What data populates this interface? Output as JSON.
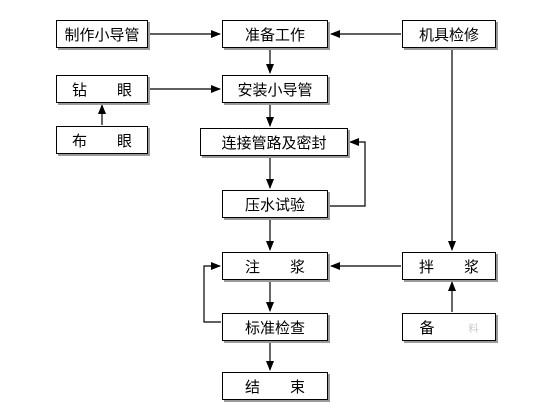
{
  "nodes": {
    "zhizuo": "制作小导管",
    "zhunbei": "准备工作",
    "jiju": "机具检修",
    "zuanyan": "钻　　眼",
    "anzhuang": "安装小导管",
    "buyan": "布　　眼",
    "lianjie": "连接管路及密封",
    "yashui": "压水试验",
    "zhujiang": "注　　浆",
    "banjiang": "拌　　浆",
    "biaozhun": "标准检查",
    "beiliao_main": "备",
    "beiliao_faint": "料",
    "jieshu": "结　　束"
  },
  "edges": [
    [
      "制作小导管",
      "准备工作"
    ],
    [
      "机具检修",
      "准备工作"
    ],
    [
      "准备工作",
      "安装小导管"
    ],
    [
      "钻　　眼",
      "安装小导管"
    ],
    [
      "布　　眼",
      "钻　　眼"
    ],
    [
      "安装小导管",
      "连接管路及密封"
    ],
    [
      "连接管路及密封",
      "压水试验"
    ],
    [
      "压水试验",
      "连接管路及密封"
    ],
    [
      "压水试验",
      "注　　浆"
    ],
    [
      "机具检修",
      "拌　　浆"
    ],
    [
      "拌　　浆",
      "注　　浆"
    ],
    [
      "备料",
      "拌　　浆"
    ],
    [
      "注　　浆",
      "标准检查"
    ],
    [
      "标准检查",
      "注　　浆"
    ],
    [
      "标准检查",
      "结　　束"
    ]
  ]
}
